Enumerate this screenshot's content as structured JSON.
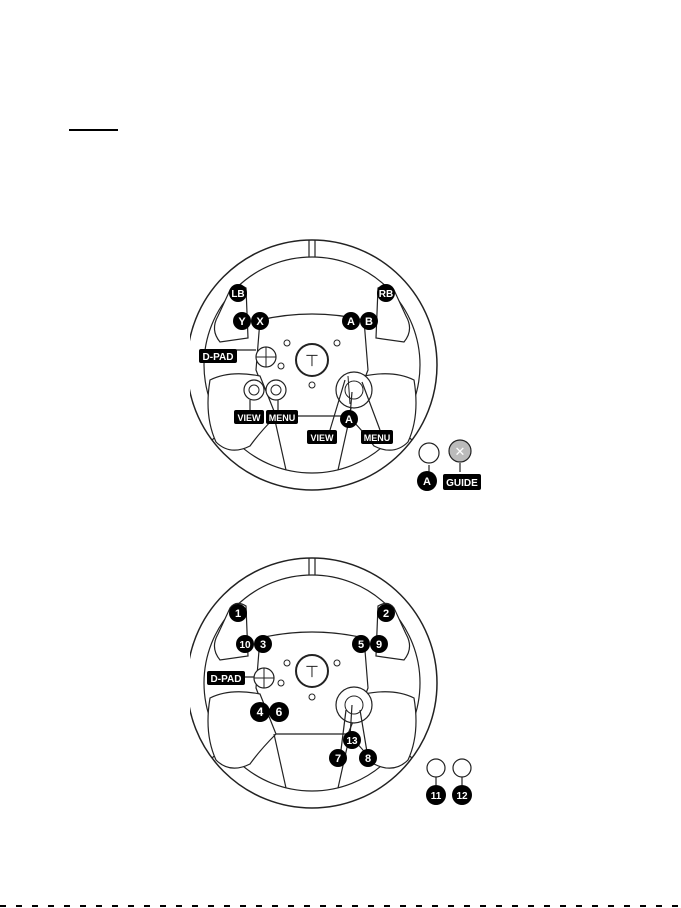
{
  "figure_xbox": {
    "labels": {
      "lb": "LB",
      "rb": "RB",
      "y": "Y",
      "x": "X",
      "a": "A",
      "b": "B",
      "dpad": "D-PAD",
      "view_left": "VIEW",
      "menu_left": "MENU",
      "view_right": "VIEW",
      "a_center": "A",
      "menu_right": "MENU",
      "a_extra": "A",
      "guide": "GUIDE"
    }
  },
  "figure_pc": {
    "labels": {
      "b1": "1",
      "b2": "2",
      "b10": "10",
      "b3": "3",
      "b5": "5",
      "b9": "9",
      "dpad": "D-PAD",
      "b4": "4",
      "b6": "6",
      "b13": "13",
      "b7": "7",
      "b8": "8",
      "b11": "11",
      "b12": "12"
    }
  },
  "colors": {
    "label_bg": "#000000",
    "label_text": "#ffffff",
    "line": "#222222"
  }
}
